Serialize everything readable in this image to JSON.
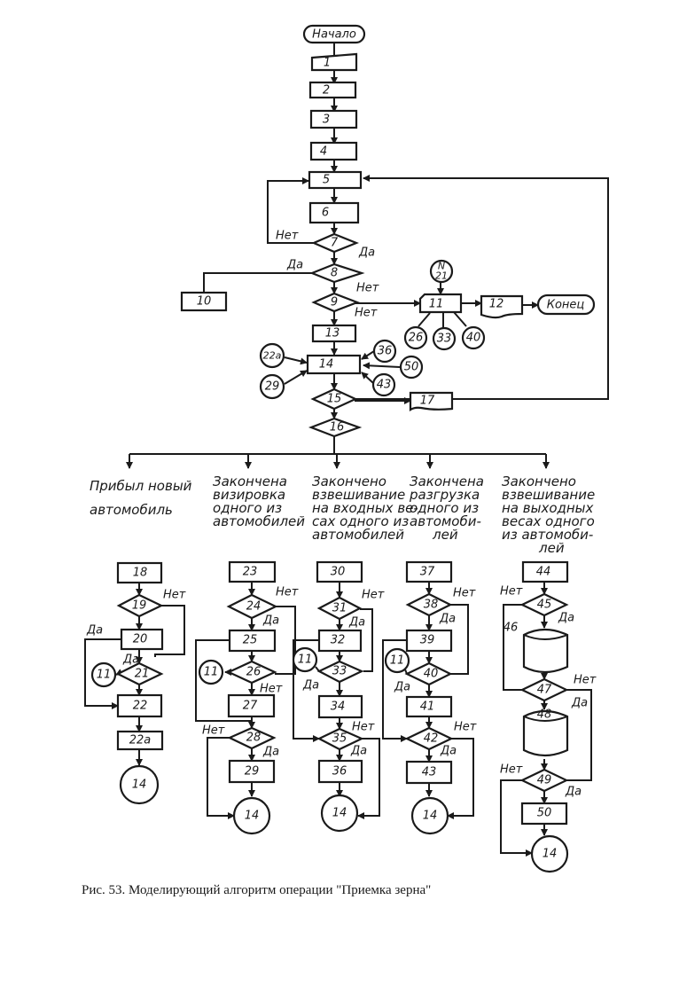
{
  "diagram": {
    "start": "Начало",
    "end": "Конец",
    "yes": "Да",
    "no": "Нет",
    "main": [
      "1",
      "2",
      "3",
      "4",
      "5",
      "6",
      "7",
      "8",
      "9",
      "10",
      "11",
      "12",
      "13",
      "14",
      "15",
      "16",
      "17"
    ],
    "connector_top": {
      "mark": "N",
      "num": "21"
    },
    "links_11": [
      "26",
      "33",
      "40"
    ],
    "links_14": [
      "22а",
      "29",
      "36",
      "50",
      "43"
    ],
    "branches": [
      {
        "header": [
          "Прибыл новый",
          "автомобиль"
        ],
        "blocks": [
          "18",
          "19",
          "20",
          "21",
          "22",
          "22а"
        ],
        "link": "11",
        "target": "14"
      },
      {
        "header": [
          "Закончена",
          "визировка",
          "одного из",
          "автомобилей"
        ],
        "blocks": [
          "23",
          "24",
          "25",
          "26",
          "27",
          "28",
          "29"
        ],
        "link": "11",
        "target": "14"
      },
      {
        "header": [
          "Закончено",
          "взвешивание",
          "на входных ве-",
          "сах одного из",
          "автомобилей"
        ],
        "blocks": [
          "30",
          "31",
          "32",
          "33",
          "34",
          "35",
          "36"
        ],
        "link": "11",
        "target": "14"
      },
      {
        "header": [
          "Закончена",
          "разгрузка",
          "одного из",
          "автомоби-",
          "лей"
        ],
        "blocks": [
          "37",
          "38",
          "39",
          "40",
          "41",
          "42",
          "43"
        ],
        "link": "11",
        "target": "14"
      },
      {
        "header": [
          "Закончено",
          "взвешивание",
          "на выходных",
          "весах одного",
          "из автомоби-",
          "лей"
        ],
        "blocks": [
          "44",
          "45",
          "46",
          "47",
          "48",
          "49",
          "50"
        ],
        "target": "14"
      }
    ]
  },
  "caption": "Рис. 53. Моделирующий алгоритм операции \"Приемка зерна\""
}
